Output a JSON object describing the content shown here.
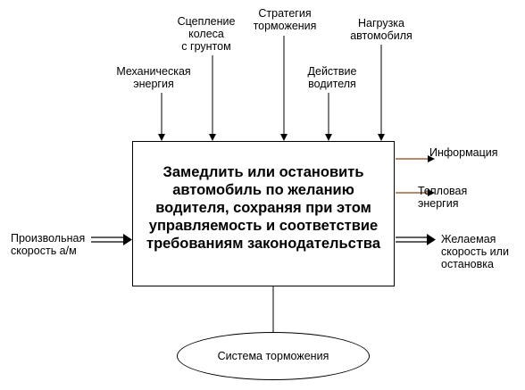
{
  "function_box": {
    "text": "Замедлить или остановить\nавтомобиль по желанию\nводителя, сохраняя при этом\nуправляемость и соответствие\nтребованиям законодательства"
  },
  "mechanism": {
    "text": "Система торможения"
  },
  "controls": {
    "wheel_grip": "Сцепление\nколеса\nс грунтом",
    "braking_strategy": "Стратегия\nторможения",
    "vehicle_load": "Нагрузка\nавтомобиля",
    "mechanical_energy": "Механическая\nэнергия",
    "driver_action": "Действие\nводителя"
  },
  "inputs": {
    "arbitrary_speed": "Произвольная\nскорость а/м"
  },
  "outputs": {
    "information": "Информация",
    "heat_energy": "Тепловая\nэнергия",
    "desired_speed": "Желаемая\nскорость или\nостановка"
  },
  "colors": {
    "secondary_output_arrow": "#8b4513",
    "line": "#000000"
  }
}
